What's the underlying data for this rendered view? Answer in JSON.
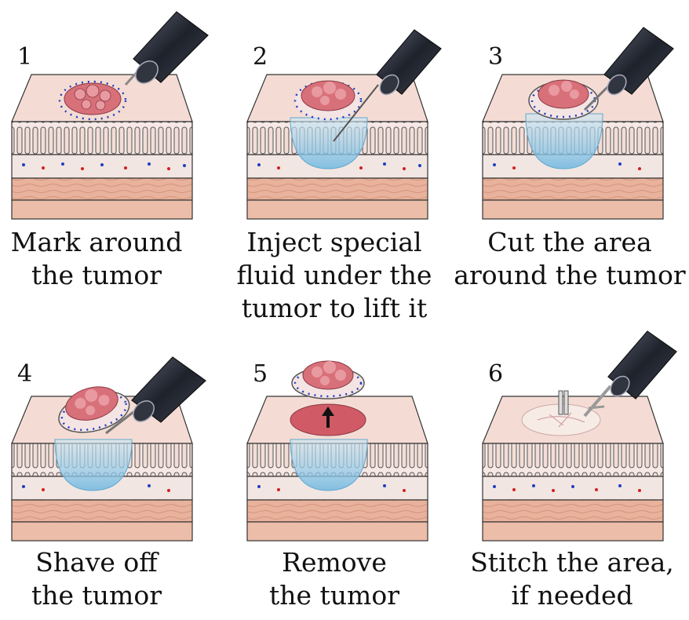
{
  "panels": [
    {
      "number": "1",
      "caption": [
        "Mark around",
        "the tumor"
      ]
    },
    {
      "number": "2",
      "caption": [
        "Inject special",
        "fluid under the",
        "tumor to lift it"
      ]
    },
    {
      "number": "3",
      "caption": [
        "Cut the area",
        "around the tumor"
      ]
    },
    {
      "number": "4",
      "caption": [
        "Shave off",
        "the tumor"
      ]
    },
    {
      "number": "5",
      "caption": [
        "Remove",
        "the tumor"
      ]
    },
    {
      "number": "6",
      "caption": [
        "Stitch the area,",
        "if needed"
      ]
    }
  ],
  "colors": {
    "tissue_top": "#f4dcd4",
    "tissue_side": "#efc3b3",
    "tumor": "#d8707a",
    "fluid": "#9fd0ea",
    "scope": "#2a2f3a",
    "dot_blue": "#1f3fbf",
    "dot_red": "#d22020"
  }
}
